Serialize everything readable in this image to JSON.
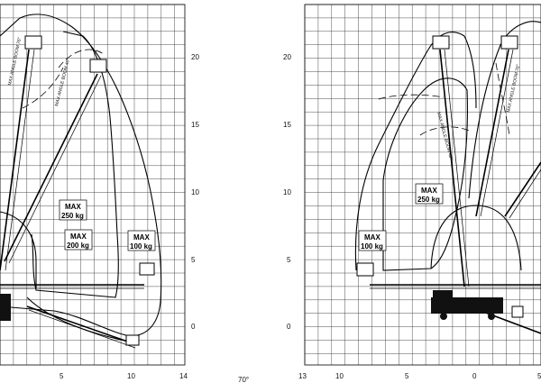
{
  "left_chart": {
    "y_ticks": [
      "20",
      "15",
      "10",
      "5",
      "0"
    ],
    "x_ticks": [
      "5",
      "10",
      "14"
    ],
    "boom_labels": [
      "MAX ANGLE BOOM 76°",
      "MAX ANGLE BOOM 40°"
    ],
    "max_labels": [
      {
        "line1": "MAX",
        "line2": "250 kg"
      },
      {
        "line1": "MAX",
        "line2": "200 kg"
      },
      {
        "line1": "MAX",
        "line2": "100 kg"
      }
    ]
  },
  "center_label": "70°",
  "right_chart": {
    "y_ticks": [
      "20",
      "15",
      "10",
      "5",
      "0"
    ],
    "x_ticks": [
      "13",
      "10",
      "5",
      "0",
      "5"
    ],
    "boom_labels": [
      "MAX ANGLE BOOM 40°",
      "MAX ANGLE BOOM 76°"
    ],
    "max_labels": [
      {
        "line1": "MAX",
        "line2": "250 kg"
      },
      {
        "line1": "MAX",
        "line2": "100 kg"
      }
    ]
  }
}
